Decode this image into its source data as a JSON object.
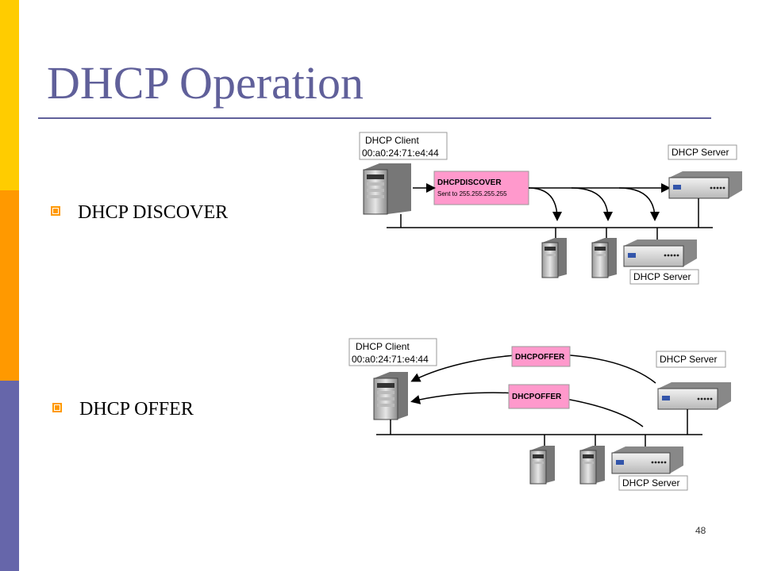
{
  "slide": {
    "title": "DHCP Operation",
    "page_number": "48",
    "bullets": [
      {
        "text": "DHCP DISCOVER"
      },
      {
        "text": "DHCP OFFER"
      }
    ]
  },
  "colors": {
    "bar_yellow": "#FFCC00",
    "bar_orange": "#FF9900",
    "bar_purple": "#6666AA",
    "title": "#60609A",
    "message_box": "#FF99CC"
  },
  "diagram_discover": {
    "client_label_line1": "DHCP Client",
    "client_label_line2": "00:a0:24:71:e4:44",
    "message_title": "DHCPDISCOVER",
    "message_subtitle": "Sent to 255.255.255.255",
    "server_label_top": "DHCP Server",
    "server_label_bottom": "DHCP Server"
  },
  "diagram_offer": {
    "client_label_line1": "DHCP Client",
    "client_label_line2": "00:a0:24:71:e4:44",
    "message_1": "DHCPOFFER",
    "message_2": "DHCPOFFER",
    "server_label_top": "DHCP Server",
    "server_label_bottom": "DHCP Server"
  }
}
